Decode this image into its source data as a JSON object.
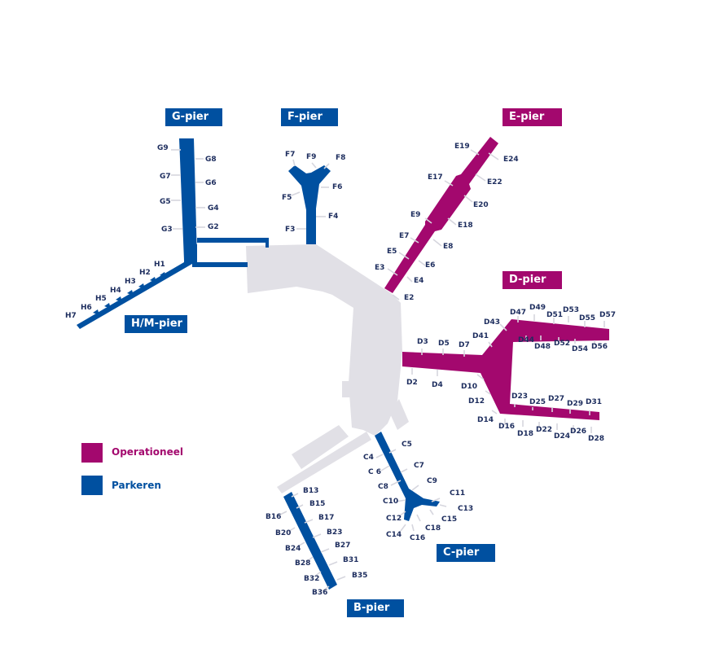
{
  "colors": {
    "operational": "#a3086e",
    "parking": "#0050a0",
    "terminal": "#e1e0e6",
    "gate_text": "#1d2d5e",
    "tick": "#d6d6de"
  },
  "legend": {
    "operational": "Operationeel",
    "parking": "Parkeren"
  },
  "piers": {
    "G": {
      "label": "G-pier",
      "status": "parking",
      "gates": [
        "G9",
        "G8",
        "G7",
        "G6",
        "G5",
        "G4",
        "G3",
        "G2"
      ]
    },
    "F": {
      "label": "F-pier",
      "status": "parking",
      "gates": [
        "F7",
        "F9",
        "F8",
        "F6",
        "F5",
        "F4",
        "F3"
      ]
    },
    "E": {
      "label": "E-pier",
      "status": "operational",
      "gates": [
        "E19",
        "E24",
        "E17",
        "E22",
        "E20",
        "E9",
        "E18",
        "E7",
        "E8",
        "E5",
        "E6",
        "E3",
        "E4",
        "E2"
      ]
    },
    "D": {
      "label": "D-pier",
      "status": "operational",
      "gates": [
        "D43",
        "D47",
        "D49",
        "D51",
        "D53",
        "D55",
        "D57",
        "D44",
        "D48",
        "D52",
        "D54",
        "D56",
        "D3",
        "D5",
        "D7",
        "D41",
        "D2",
        "D4",
        "D10",
        "D12",
        "D14",
        "D23",
        "D25",
        "D27",
        "D29",
        "D31",
        "D16",
        "D18",
        "D22",
        "D24",
        "D26",
        "D28"
      ]
    },
    "HM": {
      "label": "H/M-pier",
      "status": "parking",
      "gates": [
        "H1",
        "H2",
        "H3",
        "H4",
        "H5",
        "H6",
        "H7"
      ]
    },
    "C": {
      "label": "C-pier",
      "status": "parking",
      "gates": [
        "C5",
        "C4",
        "C 6",
        "C7",
        "C8",
        "C9",
        "C10",
        "C11",
        "C13",
        "C12",
        "C15",
        "C18",
        "C14",
        "C16"
      ]
    },
    "B": {
      "label": "B-pier",
      "status": "parking",
      "gates": [
        "B13",
        "B15",
        "B16",
        "B17",
        "B20",
        "B23",
        "B24",
        "B27",
        "B28",
        "B31",
        "B32",
        "B35",
        "B36"
      ]
    }
  }
}
